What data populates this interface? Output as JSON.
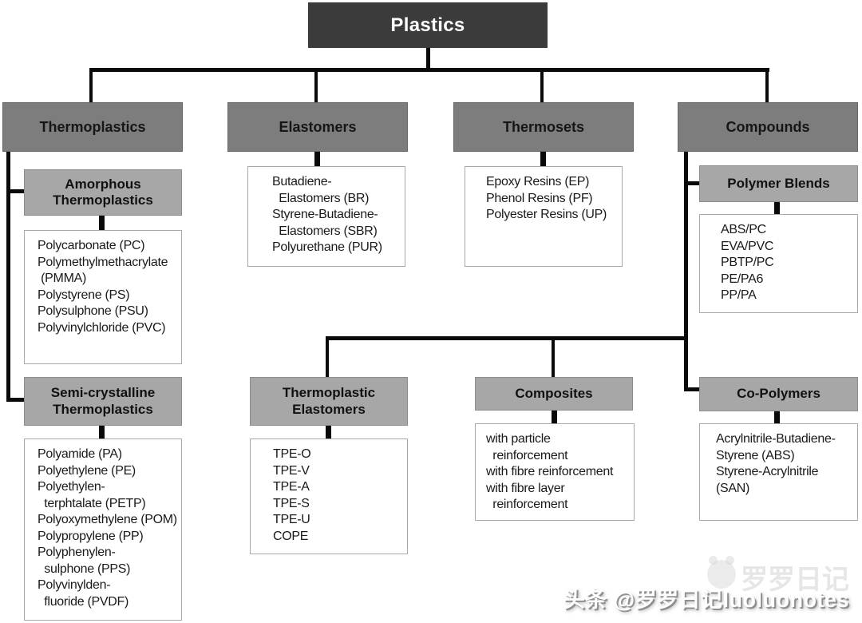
{
  "root_label": "Plastics",
  "branches": {
    "thermoplastics": {
      "label": "Thermoplastics"
    },
    "elastomers": {
      "label": "Elastomers",
      "items_lines": [
        "Butadiene-",
        "  Elastomers (BR)",
        "Styrene-Butadiene-",
        "  Elastomers (SBR)",
        "Polyurethane (PUR)"
      ]
    },
    "thermosets": {
      "label": "Thermosets",
      "items_lines": [
        "Epoxy Resins (EP)",
        "Phenol Resins (PF)",
        "Polyester Resins (UP)"
      ]
    },
    "compounds": {
      "label": "Compounds"
    }
  },
  "subnodes": {
    "amorphous_thermoplastics": {
      "title": "Amorphous Thermoplastics",
      "items_lines": [
        "Polycarbonate (PC)",
        "Polymethylmethacrylate",
        " (PMMA)",
        "Polystyrene (PS)",
        "Polysulphone (PSU)",
        "Polyvinylchloride (PVC)"
      ]
    },
    "semi_crystalline_thermoplastics": {
      "title": "Semi-crystalline Thermoplastics",
      "items_lines": [
        "Polyamide (PA)",
        "Polyethylene (PE)",
        "Polyethylen-",
        "  terphtalate (PETP)",
        "Polyoxymethylene (POM)",
        "Polypropylene (PP)",
        "Polyphenylen-",
        "  sulphone (PPS)",
        "Polyvinylden-",
        "  fluoride (PVDF)"
      ]
    },
    "polymer_blends": {
      "title": "Polymer Blends",
      "items_lines": [
        "ABS/PC",
        "EVA/PVC",
        "PBTP/PC",
        "PE/PA6",
        "PP/PA"
      ]
    },
    "thermoplastic_elastomers": {
      "title": "Thermoplastic Elastomers",
      "items_lines": [
        "TPE-O",
        "TPE-V",
        "TPE-A",
        "TPE-S",
        "TPE-U",
        "COPE"
      ]
    },
    "composites": {
      "title": "Composites",
      "items_lines": [
        "with particle",
        "  reinforcement",
        "with fibre reinforcement",
        "with fibre layer",
        "  reinforcement"
      ]
    },
    "co_polymers": {
      "title": "Co-Polymers",
      "items_lines": [
        "Acrylnitrile-Butadiene-",
        "Styrene (ABS)",
        "Styrene-Acrylnitrile",
        "(SAN)"
      ]
    }
  },
  "watermark": {
    "text": "头条 @罗罗日记luoluonotes",
    "ghost_text": "罗罗日记",
    "logo_icon": "panda-face-icon"
  },
  "colors": {
    "root_box_bg": "#3b3b3b",
    "root_box_text": "#ffffff",
    "main_header_bg": "#7d7d7d",
    "sub_header_bg": "#a7a7a7",
    "list_box_bg": "#ffffff",
    "connector_line": "#0a0a0a",
    "text": "#1a1a1a"
  }
}
